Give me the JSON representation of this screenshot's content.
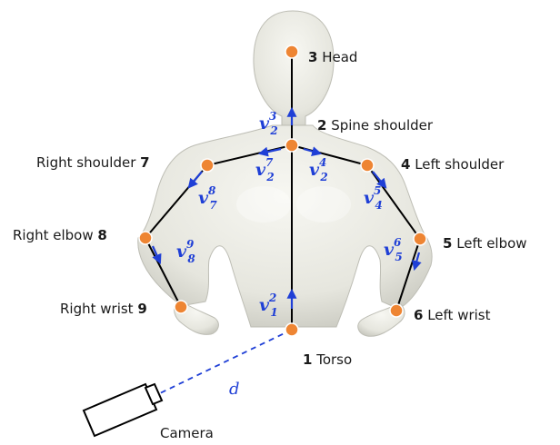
{
  "joints": [
    {
      "number": "1",
      "name": "Torso"
    },
    {
      "number": "2",
      "name": "Spine shoulder"
    },
    {
      "number": "3",
      "name": "Head"
    },
    {
      "number": "4",
      "name": "Left shoulder"
    },
    {
      "number": "5",
      "name": "Left elbow"
    },
    {
      "number": "6",
      "name": "Left wrist"
    },
    {
      "number": "7",
      "name": "Right shoulder"
    },
    {
      "number": "8",
      "name": "Right elbow"
    },
    {
      "number": "9",
      "name": "Right wrist"
    }
  ],
  "vectors": [
    {
      "symbol": "v",
      "sub": "1",
      "sup": "2"
    },
    {
      "symbol": "v",
      "sub": "2",
      "sup": "3"
    },
    {
      "symbol": "v",
      "sub": "2",
      "sup": "4"
    },
    {
      "symbol": "v",
      "sub": "4",
      "sup": "5"
    },
    {
      "symbol": "v",
      "sub": "5",
      "sup": "6"
    },
    {
      "symbol": "v",
      "sub": "2",
      "sup": "7"
    },
    {
      "symbol": "v",
      "sub": "7",
      "sup": "8"
    },
    {
      "symbol": "v",
      "sub": "8",
      "sup": "9"
    }
  ],
  "distance_symbol": "d",
  "camera_label": "Camera",
  "colors": {
    "joint": "#ee8533",
    "vector": "#1f3fd6",
    "bone": "#000000",
    "mannequin": "#ecece5"
  }
}
